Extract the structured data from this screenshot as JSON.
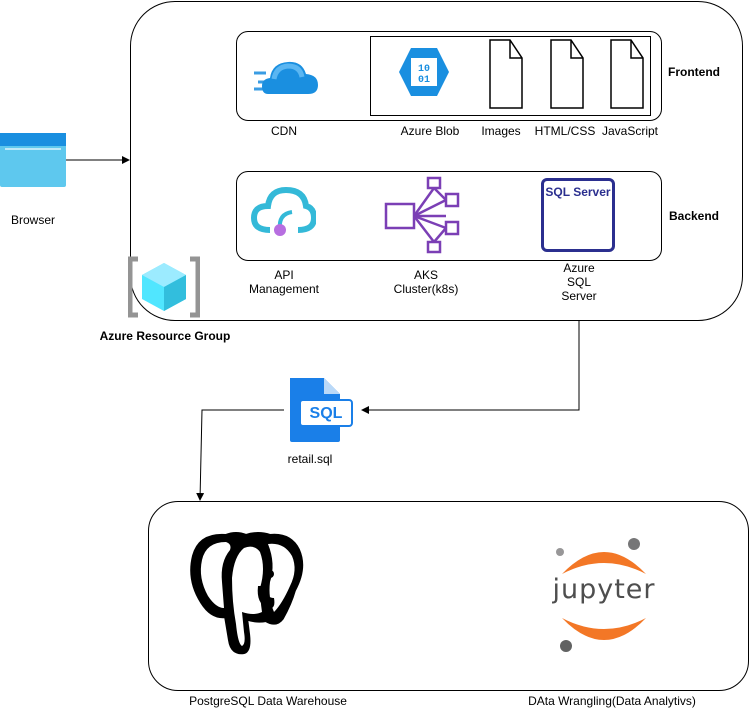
{
  "browser": {
    "label": "Browser"
  },
  "resource_group": {
    "label": "Azure Resource Group"
  },
  "frontend": {
    "title": "Frontend",
    "cdn": "CDN",
    "blob": "Azure Blob",
    "images": "Images",
    "htmlcss": "HTML/CSS",
    "javascript": "JavaScript"
  },
  "backend": {
    "title": "Backend",
    "api_line1": "API",
    "api_line2": "Management",
    "aks_line1": "AKS",
    "aks_line2": "Cluster(k8s)",
    "sql_line1": "Azure",
    "sql_line2": "SQL",
    "sql_line3": "Server",
    "sql_badge": "SQL Server"
  },
  "file": {
    "label": "retail.sql",
    "badge": "SQL"
  },
  "warehouse": {
    "postgres_label": "PostgreSQL Data Warehouse",
    "jupyter_label": "DAta Wrangling(Data Analytivs)",
    "jupyter_wordmark": "jupyter"
  },
  "colors": {
    "azure_blue": "#1a8fe0",
    "aks_purple": "#7b3fb5",
    "sql_navy": "#2b2f8f",
    "jupyter_orange": "#f37726"
  }
}
